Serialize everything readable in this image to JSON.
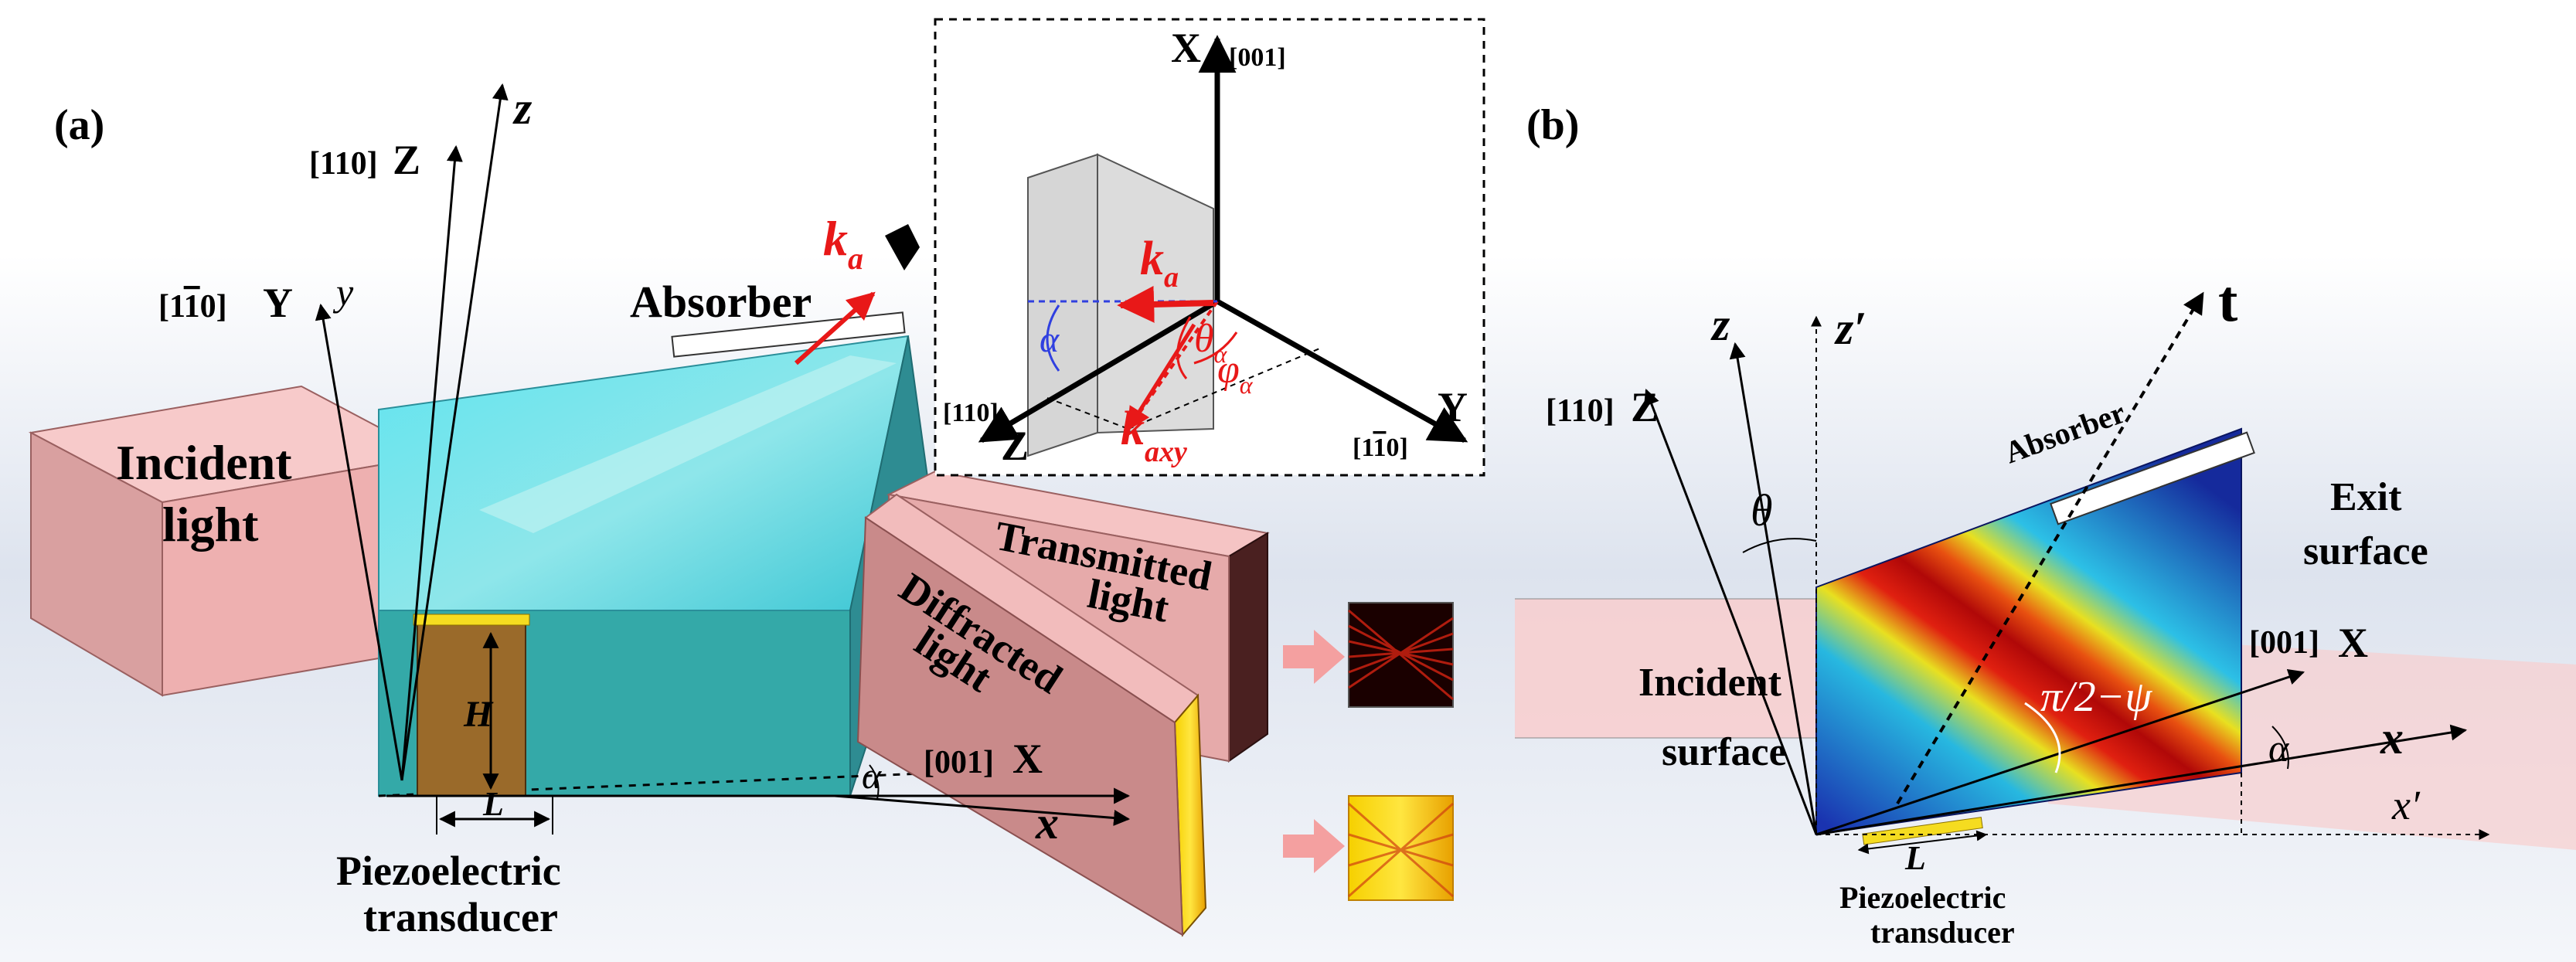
{
  "panel_a": {
    "label": "(a)",
    "axes": {
      "Z_index": "[110]",
      "Z_name": "Z",
      "z": "z",
      "Y_index_pre": "[1",
      "Y_index_bar": "1",
      "Y_index_post": "0]",
      "Y_name": "Y",
      "y": "y",
      "X_index": "[001]",
      "X_name": "X",
      "x": "x",
      "alpha": "α"
    },
    "k_a_base": "k",
    "k_a_sub": "a",
    "absorber": "Absorber",
    "incident_1": "Incident",
    "incident_2": "light",
    "transmitted_1": "Transmitted",
    "transmitted_2": "light",
    "diffracted_1": "Diffracted",
    "diffracted_2": "light",
    "H": "H",
    "L": "L",
    "transducer_1": "Piezoelectric",
    "transducer_2": "transducer"
  },
  "inset": {
    "X_name": "X",
    "X_index": "[001]",
    "Z_index": "[110]",
    "Z_name": "Z",
    "Y_name": "Y",
    "Y_index_pre": "[1",
    "Y_index_bar": "1",
    "Y_index_post": "0]",
    "k_base": "k",
    "k_sub": "a",
    "kaxy_base": "k",
    "kaxy_sub": "axy",
    "theta": "θ",
    "theta_sub": "α",
    "phi": "φ",
    "phi_sub": "α",
    "alpha": "α"
  },
  "panel_b": {
    "label": "(b)",
    "z": "z",
    "z_prime": "z′",
    "Z_index": "[110]",
    "Z_name": "Z",
    "theta": "θ",
    "t": "t",
    "absorber": "Absorber",
    "exit_1": "Exit",
    "exit_2": "surface",
    "incident_1": "Incident",
    "incident_2": "surface",
    "X_index": "[001]",
    "X_name": "X",
    "x": "x",
    "x_prime": "x′",
    "alpha": "α",
    "angle_label": "π/2−ψ",
    "L": "L",
    "transducer_1": "Piezoelectric",
    "transducer_2": "transducer"
  },
  "colors": {
    "beam": "#f2b6b6",
    "crystal": "#45d0dc",
    "transducer": "#9a6a2a",
    "electrode": "#f5dc20",
    "wave_vector": "#e81818",
    "field_low": "#1530a8"
  }
}
